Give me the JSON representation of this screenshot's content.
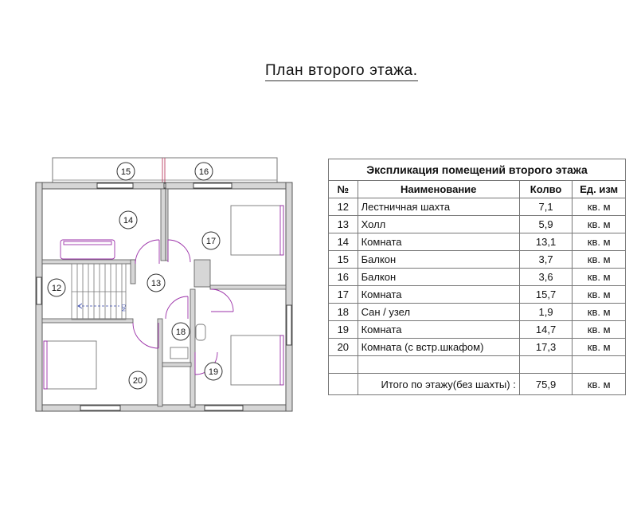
{
  "title": "План второго этажа.",
  "plan": {
    "rooms": [
      {
        "number": "15"
      },
      {
        "number": "16"
      },
      {
        "number": "14"
      },
      {
        "number": "17"
      },
      {
        "number": "12"
      },
      {
        "number": "13"
      },
      {
        "number": "18"
      },
      {
        "number": "20"
      },
      {
        "number": "19"
      }
    ],
    "stair_marker": "DN"
  },
  "table": {
    "caption": "Экспликация помещений второго этажа",
    "headers": {
      "num": "№",
      "name": "Наименование",
      "qty": "Колво",
      "unit": "Ед. изм"
    },
    "rows": [
      {
        "num": "12",
        "name": "Лестничная шахта",
        "qty": "7,1",
        "unit": "кв. м"
      },
      {
        "num": "13",
        "name": "Холл",
        "qty": "5,9",
        "unit": "кв. м"
      },
      {
        "num": "14",
        "name": "Комната",
        "qty": "13,1",
        "unit": "кв. м"
      },
      {
        "num": "15",
        "name": "Балкон",
        "qty": "3,7",
        "unit": "кв. м"
      },
      {
        "num": "16",
        "name": "Балкон",
        "qty": "3,6",
        "unit": "кв. м"
      },
      {
        "num": "17",
        "name": "Комната",
        "qty": "15,7",
        "unit": "кв. м"
      },
      {
        "num": "18",
        "name": "Сан / узел",
        "qty": "1,9",
        "unit": "кв. м"
      },
      {
        "num": "19",
        "name": "Комната",
        "qty": "14,7",
        "unit": "кв. м"
      },
      {
        "num": "20",
        "name": "Комната (с встр.шкафом)",
        "qty": "17,3",
        "unit": "кв. м"
      }
    ],
    "total": {
      "label": "Итого по этажу(без шахты) :",
      "qty": "75,9",
      "unit": "кв. м"
    }
  }
}
